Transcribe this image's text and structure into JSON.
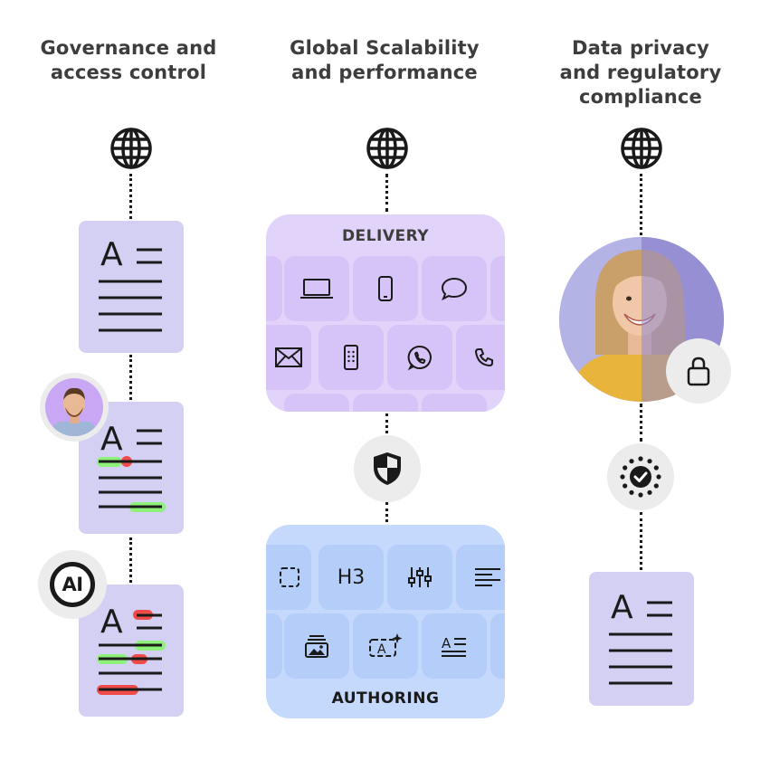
{
  "columns": [
    {
      "title_line1": "Governance and",
      "title_line2": "access control"
    },
    {
      "title_line1": "Global Scalability",
      "title_line2": "and performance"
    },
    {
      "title_line1": "Data privacy",
      "title_line2": "and regulatory",
      "title_line3": "compliance"
    }
  ],
  "doc_glyph": "A",
  "ai_badge": "AI",
  "delivery_label": "DELIVERY",
  "authoring_label": "AUTHORING",
  "heading_tile": "H3",
  "icons": {
    "globe": "globe-icon",
    "shield": "shield-icon",
    "lock": "lock-icon",
    "eu_check": "eu-check-icon",
    "laptop": "laptop-icon",
    "phone": "mobile-phone-icon",
    "chat": "chat-bubble-icon",
    "mail": "mail-icon",
    "handset": "phone-handset-icon"
  },
  "colors": {
    "doc": "#d3d0f3",
    "delivery_panel": "#e2d3fb",
    "authoring_panel": "#c5d9fc",
    "highlight_green": "#8ff07a",
    "highlight_red": "#f04a4a"
  }
}
